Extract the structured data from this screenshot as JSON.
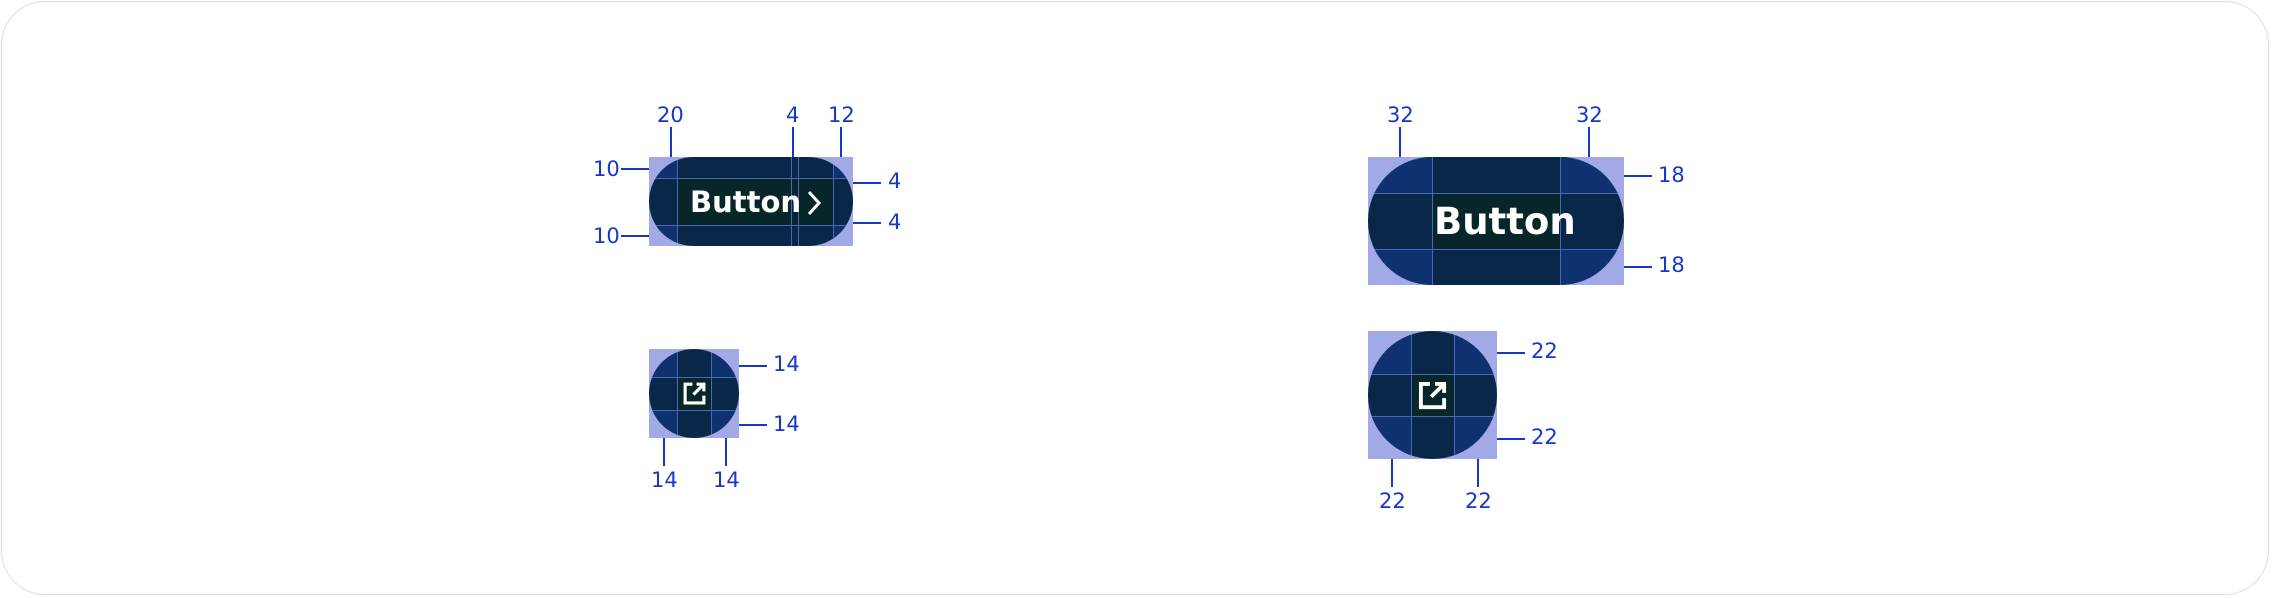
{
  "button_small": {
    "label": "Button",
    "spacing": {
      "left": "20",
      "icon_gap": "4",
      "right": "12",
      "top": "10",
      "bottom": "10",
      "icon_top": "4",
      "icon_bottom": "4"
    }
  },
  "icon_button_small": {
    "spacing": {
      "top": "14",
      "bottom": "14",
      "left": "14",
      "right": "14"
    }
  },
  "button_large": {
    "label": "Button",
    "spacing": {
      "left": "32",
      "right": "32",
      "top": "18",
      "bottom": "18"
    }
  },
  "icon_button_large": {
    "spacing": {
      "top": "22",
      "bottom": "22",
      "left": "22",
      "right": "22"
    }
  },
  "icons": {
    "trailing": "chevron-right-icon",
    "icon_button": "external-link-icon"
  },
  "colors": {
    "pill": "#092849",
    "padding": "#a1a9e6",
    "annotation": "#1737c8",
    "text": "#ffffff"
  }
}
